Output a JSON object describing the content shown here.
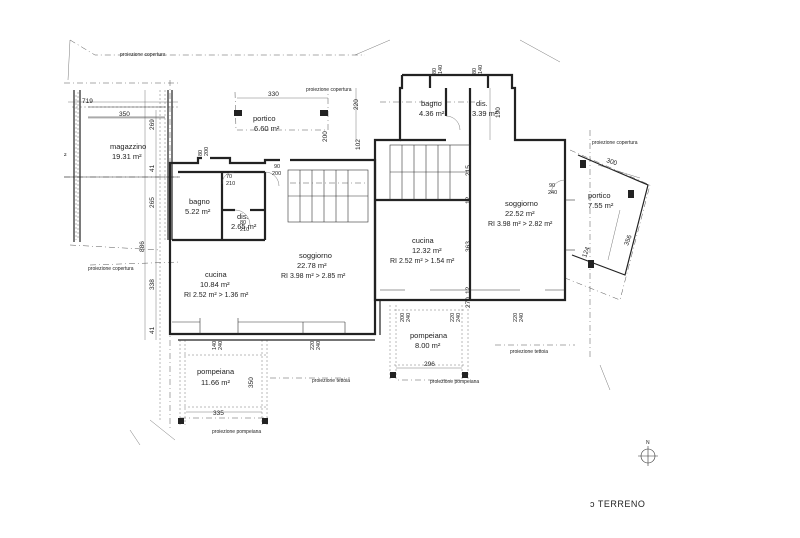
{
  "plan": {
    "title": "ɔ TERRENO",
    "north_label": "N",
    "rooms": [
      {
        "id": "magazzino",
        "name": "magazzino",
        "area": "19.31 m²"
      },
      {
        "id": "portico-n",
        "name": "portico",
        "area": "6.60 m²"
      },
      {
        "id": "bagno-w",
        "name": "bagno",
        "area": "5.22 m²"
      },
      {
        "id": "dis-w",
        "name": "dis.",
        "area": "2.65 m²"
      },
      {
        "id": "cucina-w",
        "name": "cucina",
        "area": "10.84 m²",
        "ri": "RI 2.52 m² > 1.36 m²"
      },
      {
        "id": "soggiorno-w",
        "name": "soggiorno",
        "area": "22.78 m²",
        "ri": "RI 3.98 m² > 2.85 m²"
      },
      {
        "id": "pompeiana-w",
        "name": "pompeiana",
        "area": "11.66 m²"
      },
      {
        "id": "bagno-e",
        "name": "bagno",
        "area": "4.36 m²"
      },
      {
        "id": "dis-e",
        "name": "dis.",
        "area": "3.39 m²"
      },
      {
        "id": "cucina-e",
        "name": "cucina",
        "area": "12.32 m²",
        "ri": "RI 2.52 m² > 1.54 m²"
      },
      {
        "id": "soggiorno-e",
        "name": "soggiorno",
        "area": "22.52 m²",
        "ri": "RI 3.98 m² > 2.82 m²"
      },
      {
        "id": "portico-e",
        "name": "portico",
        "area": "7.55 m²"
      },
      {
        "id": "pompeiana-c",
        "name": "pompeiana",
        "area": "8.00 m²"
      }
    ],
    "frag_m2": "²",
    "dims": {
      "d719": "719",
      "d350a": "350",
      "d269": "269",
      "d41a": "41",
      "d265": "265",
      "d886": "886",
      "d338": "338",
      "d41b": "41",
      "d330": "330",
      "d220": "220",
      "d200": "200",
      "d102": "102",
      "d190": "190",
      "d215": "215",
      "d12a": "12",
      "d363": "363",
      "d300": "300",
      "d356": "356",
      "d124": "124",
      "d296": "296",
      "d335": "335",
      "d350b": "350",
      "d270": "270",
      "d12b": "12"
    },
    "small_dims": {
      "s80a": "80",
      "s140a": "140",
      "s80b": "80",
      "s140b": "140",
      "s80c": "80",
      "s200a": "200",
      "s90a": "90",
      "s200b": "200",
      "s70": "70",
      "s210": "210",
      "s80d": "80",
      "s210b": "210",
      "s90b": "90",
      "s240": "240",
      "s140c": "140",
      "s240b": "240",
      "s220a": "220",
      "s240c": "240",
      "s200c": "200",
      "s240d": "240",
      "s220b": "220",
      "s240e": "240",
      "s220c": "220",
      "s240f": "240"
    },
    "notes": {
      "cop1": "proiezione copertura",
      "cop2": "proiezione copertura",
      "cop3": "proiezione copertura",
      "cop4": "proiezione copertura",
      "tet1": "proiezione tettoia",
      "tet2": "proiezione tettoia",
      "pomp1": "proiezione pompeiana",
      "pomp2": "proiezione pompeiana"
    }
  }
}
